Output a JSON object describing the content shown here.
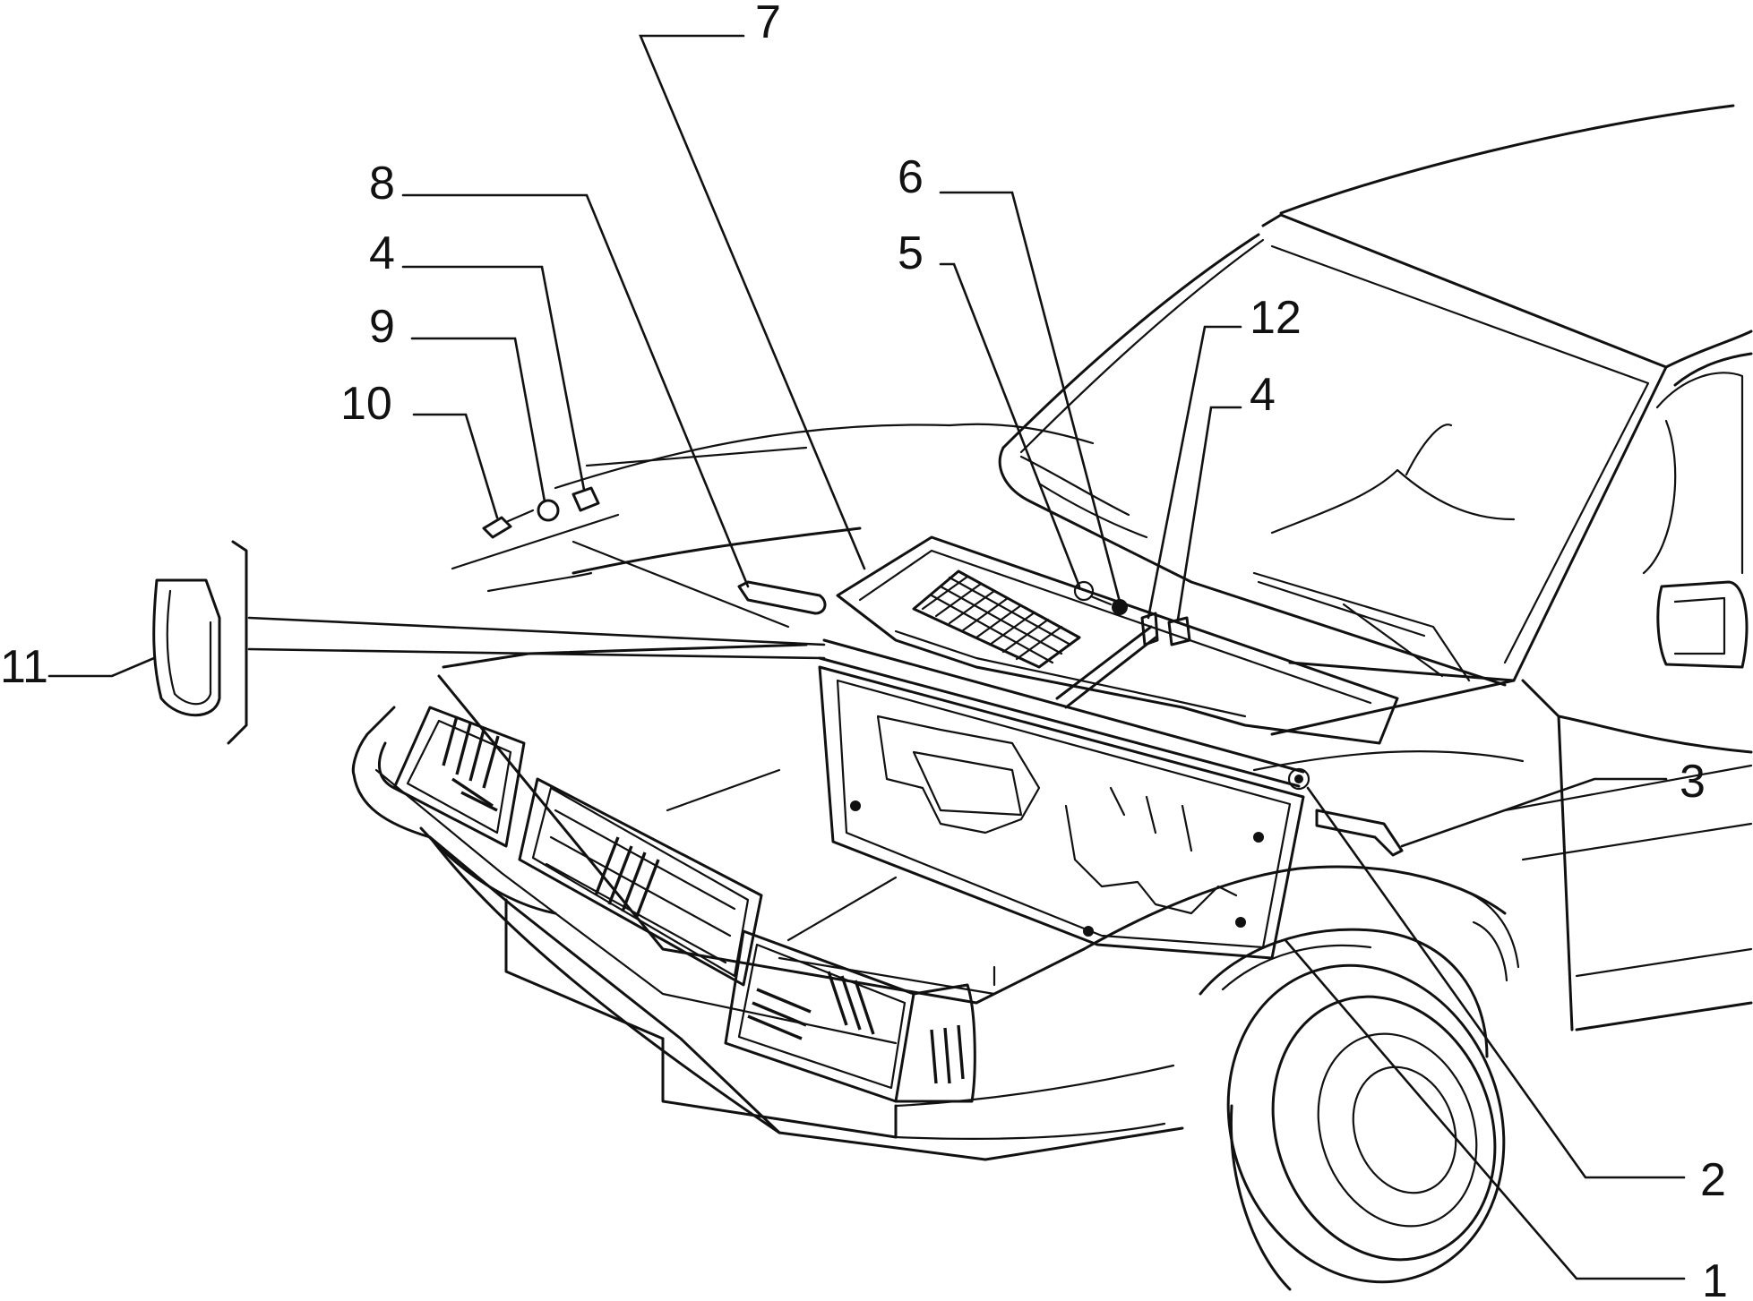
{
  "callouts": [
    {
      "id": "c1",
      "text": "1"
    },
    {
      "id": "c2",
      "text": "2"
    },
    {
      "id": "c3",
      "text": "3"
    },
    {
      "id": "c4a",
      "text": "4"
    },
    {
      "id": "c4b",
      "text": "4"
    },
    {
      "id": "c5",
      "text": "5"
    },
    {
      "id": "c6",
      "text": "6"
    },
    {
      "id": "c7",
      "text": "7"
    },
    {
      "id": "c8",
      "text": "8"
    },
    {
      "id": "c9",
      "text": "9"
    },
    {
      "id": "c10",
      "text": "10"
    },
    {
      "id": "c11",
      "text": "11"
    },
    {
      "id": "c12",
      "text": "12"
    }
  ]
}
